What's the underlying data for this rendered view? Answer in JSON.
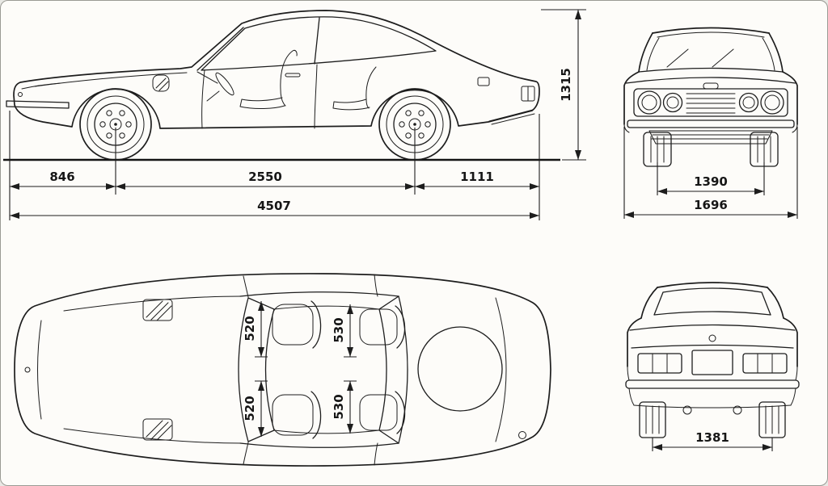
{
  "style": {
    "ink": "#1d1d1d",
    "paper": "#fdfcf9"
  },
  "dimensions": {
    "side": {
      "overall_height": "1315",
      "front_overhang": "846",
      "wheelbase": "2550",
      "rear_overhang": "1111",
      "overall_length": "4507"
    },
    "front": {
      "track": "1390",
      "overall_width": "1696"
    },
    "plan": {
      "front_width_a": "520",
      "rear_width_a": "530",
      "front_width_b": "520",
      "rear_width_b": "530"
    },
    "rear": {
      "track": "1381"
    }
  }
}
